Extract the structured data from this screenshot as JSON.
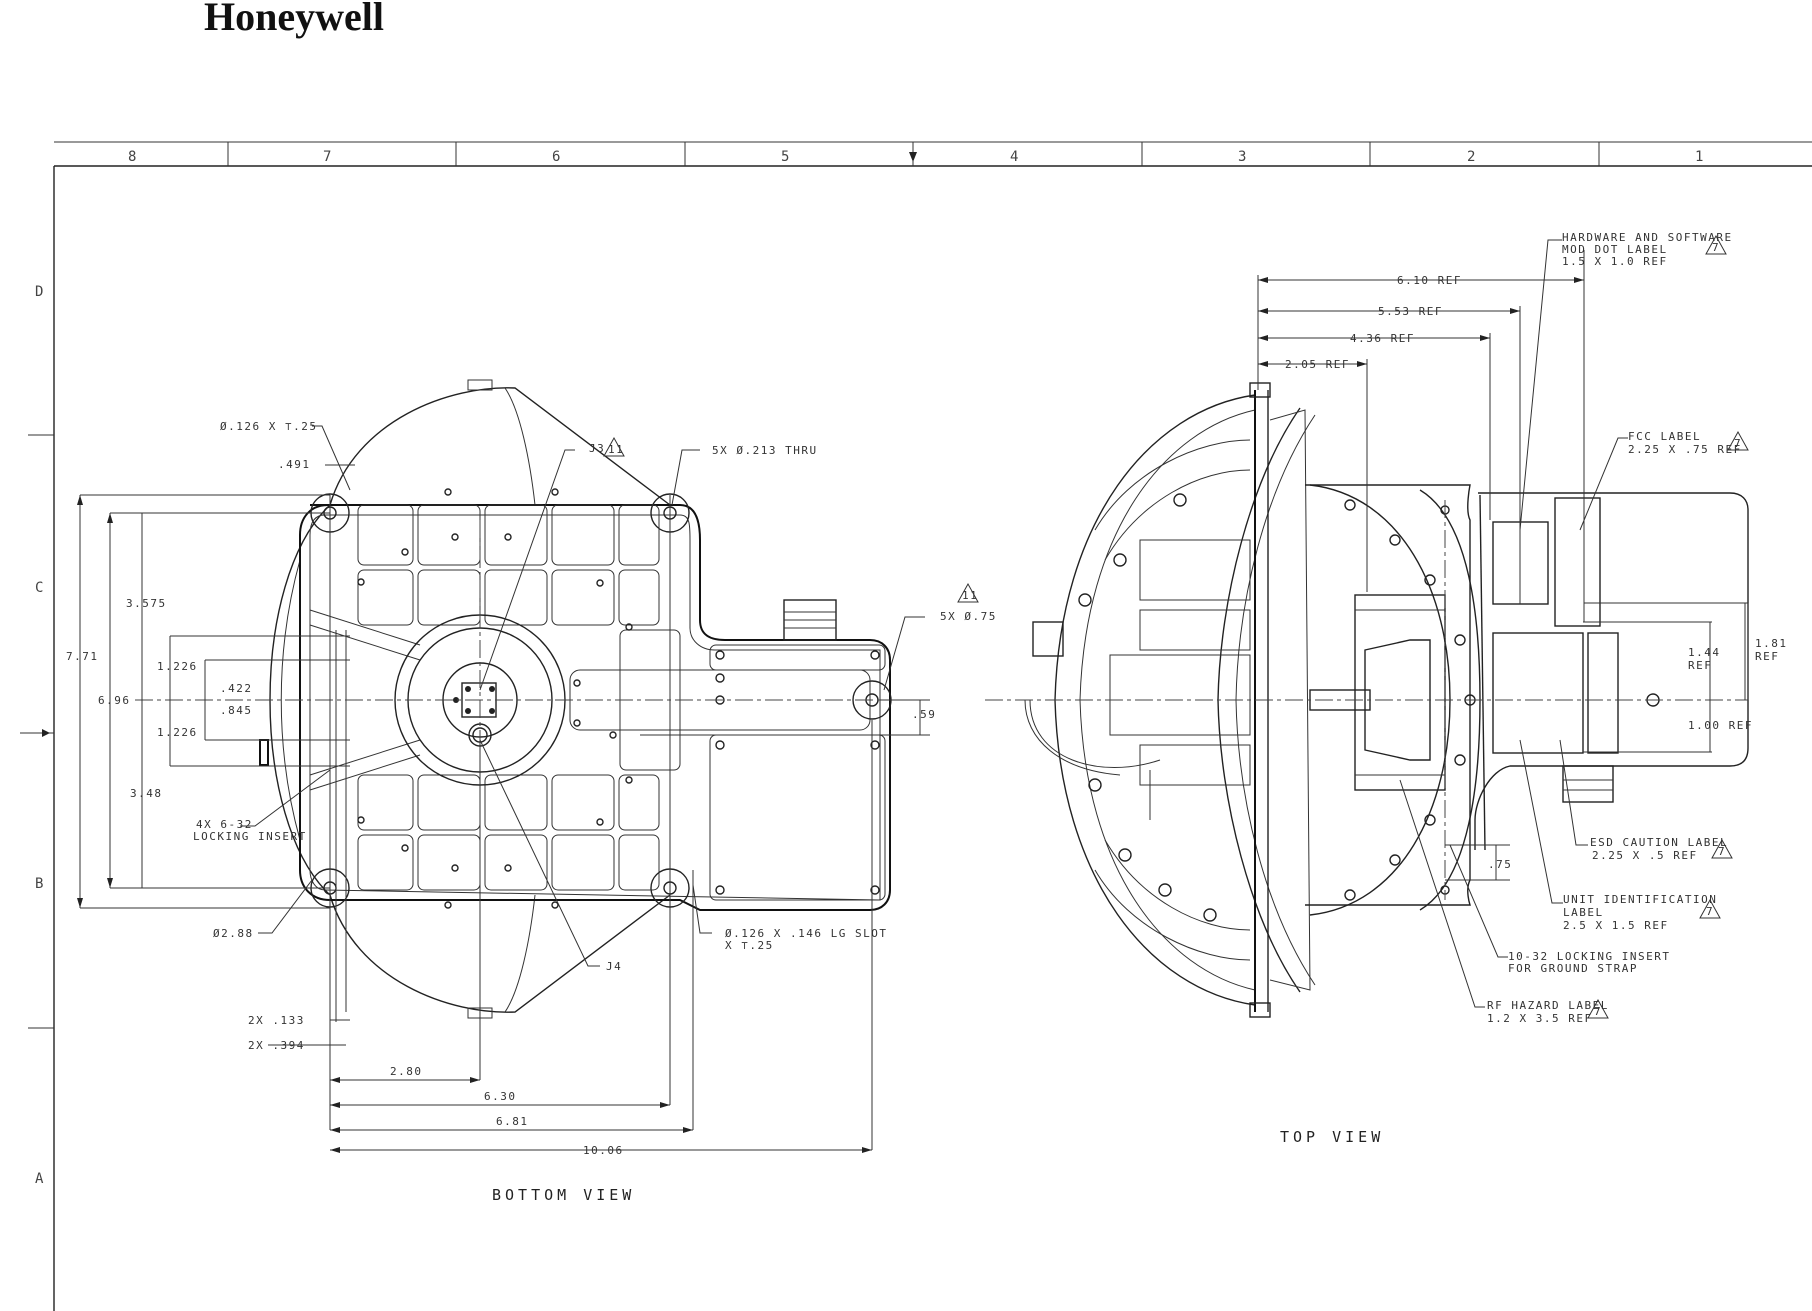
{
  "logo": "Honeywell",
  "zones": {
    "columns": [
      "8",
      "7",
      "6",
      "5",
      "4",
      "3",
      "2",
      "1"
    ],
    "rows": [
      "D",
      "C",
      "B",
      "A"
    ]
  },
  "bottom_view": {
    "title": "BOTTOM VIEW",
    "callouts": {
      "hole_dia_top": "Ø.126 X ⊤.25",
      "d491": ".491",
      "note_j3": "J3",
      "note_j3_flag": "11",
      "holes_thru": "5X Ø.213 THRU",
      "d3575": "3.575",
      "d771": "7.71",
      "d696": "6.96",
      "d1226a": "1.226",
      "d422": ".422",
      "d845": ".845",
      "d1226b": "1.226",
      "d348": "3.48",
      "locking_insert_1": "4X 6-32",
      "locking_insert_2": "LOCKING INSERT",
      "flag_11": "11",
      "bosses": "5X Ø.75",
      "d59": ".59",
      "dia288": "Ø2.88",
      "slot_1": "Ø.126 X .146 LG SLOT",
      "slot_2": "X ⊤.25",
      "note_j4": "J4",
      "d133": "2X .133",
      "d394": "2X .394",
      "d280": "2.80",
      "d630": "6.30",
      "d681": "6.81",
      "d1006": "10.06"
    }
  },
  "top_view": {
    "title": "TOP VIEW",
    "callouts": {
      "d610": "6.10 REF",
      "d553": "5.53 REF",
      "d436": "4.36 REF",
      "d205": "2.05 REF",
      "hw_sw_1": "HARDWARE AND SOFTWARE",
      "hw_sw_2": "MOD DOT LABEL",
      "hw_sw_3": "1.5 X 1.0 REF",
      "flag_7a": "7",
      "fcc_1": "FCC LABEL",
      "fcc_2": "2.25 X .75 REF",
      "flag_7b": "7",
      "d181a": "1.81",
      "d181b": "REF",
      "d144a": "1.44",
      "d144b": "REF",
      "d100": "1.00 REF",
      "esd_1": "ESD CAUTION LABEL",
      "esd_2": "2.25 X .5 REF",
      "flag_7c": "7",
      "d75": ".75",
      "unit_1": "UNIT IDENTIFICATION",
      "unit_2": "LABEL",
      "unit_3": "2.5 X 1.5 REF",
      "flag_7d": "7",
      "ground_1": "10-32 LOCKING INSERT",
      "ground_2": "FOR GROUND STRAP",
      "rf_1": "RF HAZARD LABEL",
      "rf_2": "1.2 X 3.5 REF",
      "flag_7e": "7"
    }
  }
}
